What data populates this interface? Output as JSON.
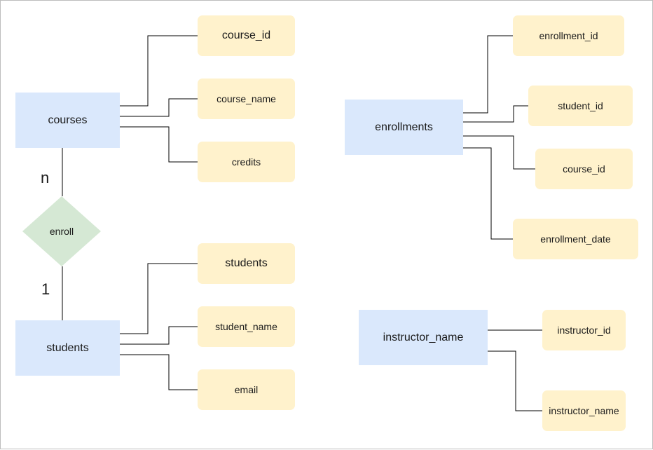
{
  "entities": {
    "courses": "courses",
    "students": "students",
    "enrollments": "enrollments",
    "instructor": "instructor_name"
  },
  "relationship": {
    "label": "enroll",
    "cardinality_top": "n",
    "cardinality_bottom": "1"
  },
  "courses_attrs": [
    "course_id",
    "course_name",
    "credits"
  ],
  "students_attrs": [
    "students",
    "student_name",
    "email"
  ],
  "enrollments_attrs": [
    "enrollment_id",
    "student_id",
    "course_id",
    "enrollment_date"
  ],
  "instructor_attrs": [
    "instructor_id",
    "instructor_name"
  ],
  "colors": {
    "entity_fill": "#dae8fc",
    "attribute_fill": "#fff2cc",
    "relationship_fill": "#d5e8d4",
    "connector": "#000000"
  }
}
